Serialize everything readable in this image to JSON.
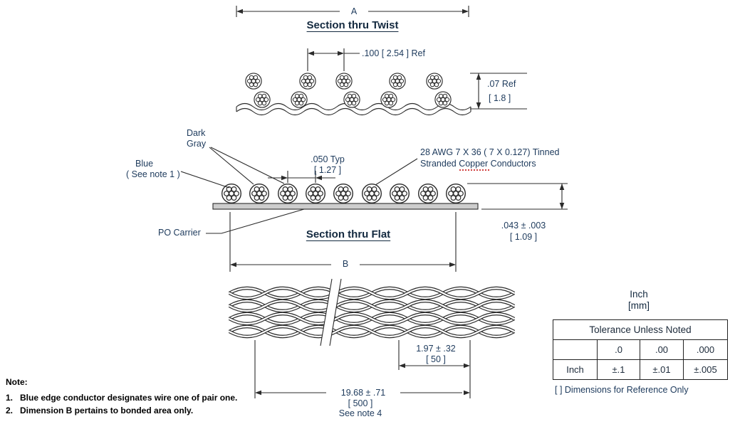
{
  "sections": {
    "twist": {
      "title": "Section thru Twist"
    },
    "flat": {
      "title": "Section thru Flat"
    }
  },
  "dimensions": {
    "a_label": "A",
    "b_label": "B",
    "twist_pitch": ".100 [ 2.54 ] Ref",
    "twist_height_in": ".07 Ref",
    "twist_height_mm": "[ 1.8 ]",
    "flat_pitch_in": ".050 Typ",
    "flat_pitch_mm": "[ 1.27 ]",
    "flat_height_in": ".043 ± .003",
    "flat_height_mm": "[ 1.09 ]",
    "twist_lay_in": "1.97 ± .32",
    "twist_lay_mm": "[ 50 ]",
    "bond_length_in": "19.68 ± .71",
    "bond_length_mm": "[ 500 ]",
    "bond_length_note": "See note 4"
  },
  "callouts": {
    "dark_gray_line1": "Dark",
    "dark_gray_line2": "Gray",
    "blue_line1": "Blue",
    "blue_line2": "( See note 1 )",
    "conductor_line1": "28 AWG 7 X 36 ( 7 X 0.127) Tinned",
    "conductor_line2": "Stranded Copper Conductors",
    "po_carrier": "PO Carrier"
  },
  "units_box": {
    "line1": "Inch",
    "line2": "[mm]"
  },
  "tolerance_table": {
    "header": "Tolerance Unless Noted",
    "precision_headers": [
      ".0",
      ".00",
      ".000"
    ],
    "row_label": "Inch",
    "row_values": [
      "±.1",
      "±.01",
      "±.005"
    ],
    "footnote": "[ ] Dimensions for Reference Only"
  },
  "notes": {
    "title": "Note:",
    "items": [
      "1.   Blue edge conductor designates wire one of pair one.",
      "2.   Dimension B pertains to bonded area only."
    ]
  },
  "colors": {
    "ink": "#1d3a5c",
    "line": "#2b2b2b",
    "carrier_fill": "#cdcdcd",
    "spellcheck_red": "#d04040"
  }
}
